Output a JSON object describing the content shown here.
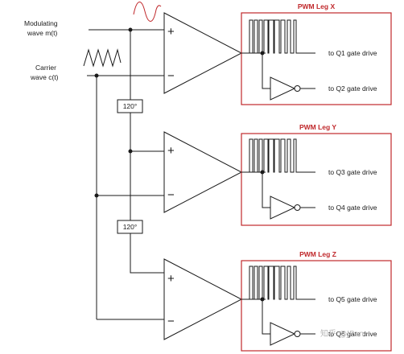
{
  "inputs": {
    "modulating_line1": "Modulating",
    "modulating_line2": "wave m(t)",
    "carrier_line1": "Carrier",
    "carrier_line2": "wave c(t)"
  },
  "phase_shifters": [
    "120°",
    "120°"
  ],
  "comparator": {
    "plus": "+",
    "minus": "−"
  },
  "legs": [
    {
      "title": "PWM Leg X",
      "top_output": "to Q1 gate drive",
      "bottom_output": "to Q2 gate drive"
    },
    {
      "title": "PWM Leg Y",
      "top_output": "to Q3 gate drive",
      "bottom_output": "to Q4 gate drive"
    },
    {
      "title": "PWM Leg Z",
      "top_output": "to Q5 gate drive",
      "bottom_output": "to Q6 gate drive"
    }
  ],
  "watermark": "知乎 @JPan",
  "colors": {
    "leg_border": "#c0282b",
    "modulating_wave": "#c0282b",
    "line": "#1a1a1a"
  }
}
